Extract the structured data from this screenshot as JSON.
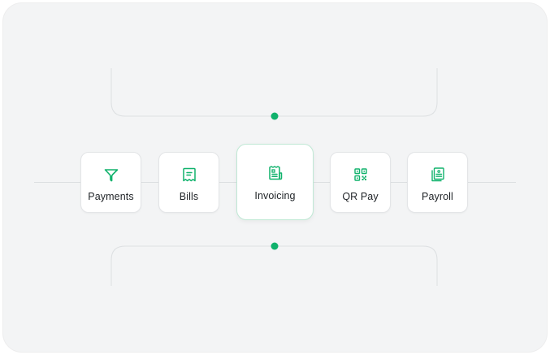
{
  "accent_color": "#10b26c",
  "products": [
    {
      "label": "Payments",
      "icon": "funnel-icon"
    },
    {
      "label": "Bills",
      "icon": "receipt-icon"
    },
    {
      "label": "Invoicing",
      "icon": "invoice-icon"
    },
    {
      "label": "QR Pay",
      "icon": "qr-code-icon"
    },
    {
      "label": "Payroll",
      "icon": "payroll-document-icon"
    }
  ]
}
